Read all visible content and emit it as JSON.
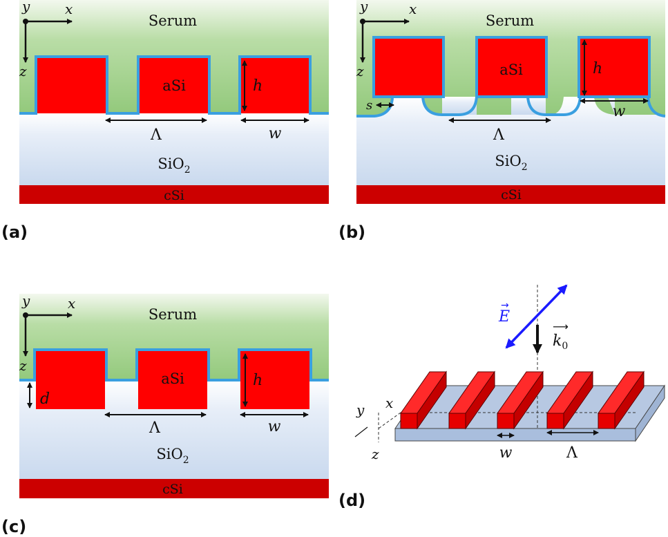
{
  "panels": {
    "a": {
      "caption": "(a)",
      "serum": "Serum",
      "asi": "aSi",
      "sio2_base": "SiO",
      "sio2_sub": "2",
      "csi": "cSi",
      "h": "h",
      "w": "w",
      "lambda": "Λ",
      "axis_x": "x",
      "axis_y": "y",
      "axis_z": "z"
    },
    "b": {
      "caption": "(b)",
      "serum": "Serum",
      "asi": "aSi",
      "sio2_base": "SiO",
      "sio2_sub": "2",
      "csi": "cSi",
      "h": "h",
      "w": "w",
      "s": "s",
      "lambda": "Λ",
      "axis_x": "x",
      "axis_y": "y",
      "axis_z": "z"
    },
    "c": {
      "caption": "(c)",
      "serum": "Serum",
      "asi": "aSi",
      "sio2_base": "SiO",
      "sio2_sub": "2",
      "csi": "cSi",
      "h": "h",
      "w": "w",
      "d": "d",
      "lambda": "Λ",
      "axis_x": "x",
      "axis_y": "y",
      "axis_z": "z"
    },
    "d": {
      "caption": "(d)",
      "e_field": "E",
      "k_base": "k",
      "k_sub": "0",
      "w": "w",
      "lambda": "Λ",
      "axis_x": "x",
      "axis_y": "y",
      "axis_z": "z"
    }
  },
  "colors": {
    "serum_green": "#9fd08a",
    "coating_blue": "#3a9fe0",
    "asi_red": "#ff0000",
    "substrate_red": "#cc0000",
    "sio2_blue": "#d4e2f3",
    "field_blue": "#1a1aff"
  }
}
